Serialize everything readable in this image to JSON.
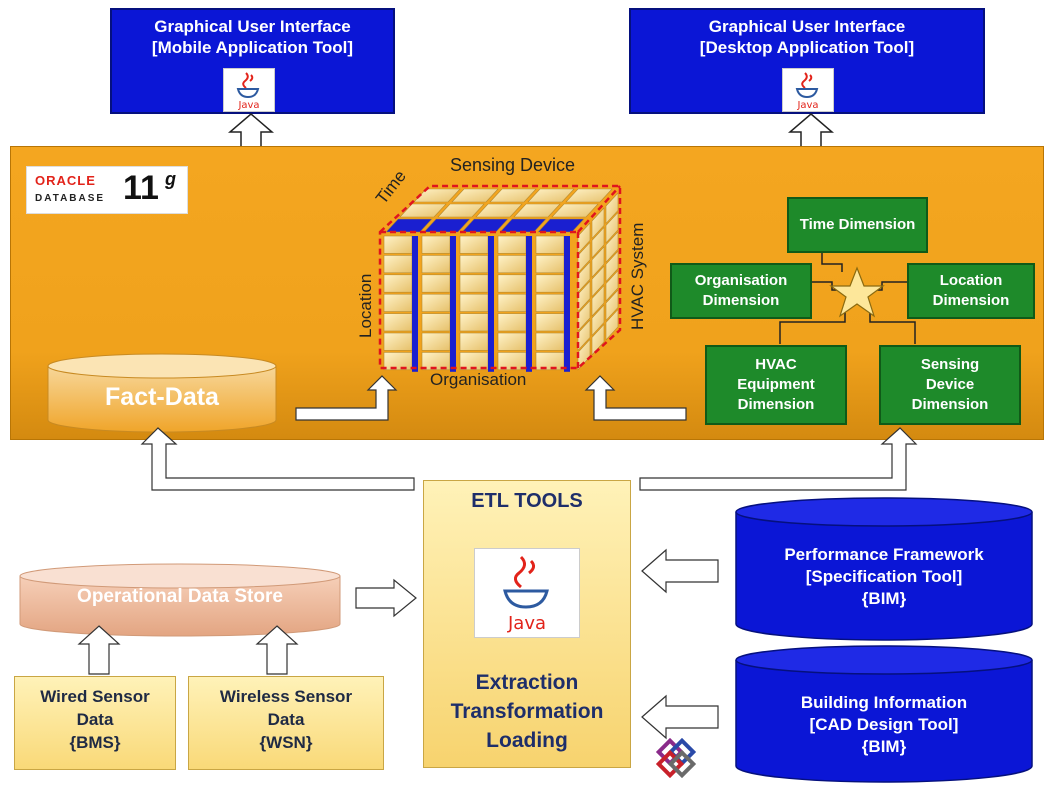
{
  "gui_mobile": {
    "line1": "Graphical User Interface",
    "line2": "[Mobile Application Tool]"
  },
  "gui_desktop": {
    "line1": "Graphical User Interface",
    "line2": "[Desktop Application Tool]"
  },
  "java_logo_text": "Java",
  "oracle_logo": {
    "brand": "ORACLE",
    "sub": "DATABASE",
    "version": "11",
    "suffix": "g"
  },
  "cube": {
    "top_label": "Sensing Device",
    "left_top_label": "Time",
    "right_label": "HVAC System",
    "left_label": "Location",
    "bottom_label": "Organisation"
  },
  "star_schema": {
    "time": "Time Dimension",
    "organisation": "Organisation Dimension",
    "location": "Location Dimension",
    "hvac": "HVAC Equipment Dimension",
    "sensing": "Sensing Device Dimension"
  },
  "fact_data": "Fact-Data",
  "etl": {
    "title": "ETL TOOLS",
    "line1": "Extraction",
    "line2": "Transformation",
    "line3": "Loading"
  },
  "ods": "Operational Data Store",
  "wired": {
    "line1": "Wired Sensor",
    "line2": "Data",
    "line3": "{BMS}"
  },
  "wireless": {
    "line1": "Wireless Sensor",
    "line2": "Data",
    "line3": "{WSN}"
  },
  "perf": {
    "line1": "Performance Framework",
    "line2": "[Specification Tool]",
    "line3": "{BIM}"
  },
  "building": {
    "line1": "Building Information",
    "line2": "[CAD Design Tool]",
    "line3": "{BIM}"
  },
  "colors": {
    "blue": "#0b16d6",
    "green": "#1e8a2a",
    "orange": "#f0a21c"
  }
}
